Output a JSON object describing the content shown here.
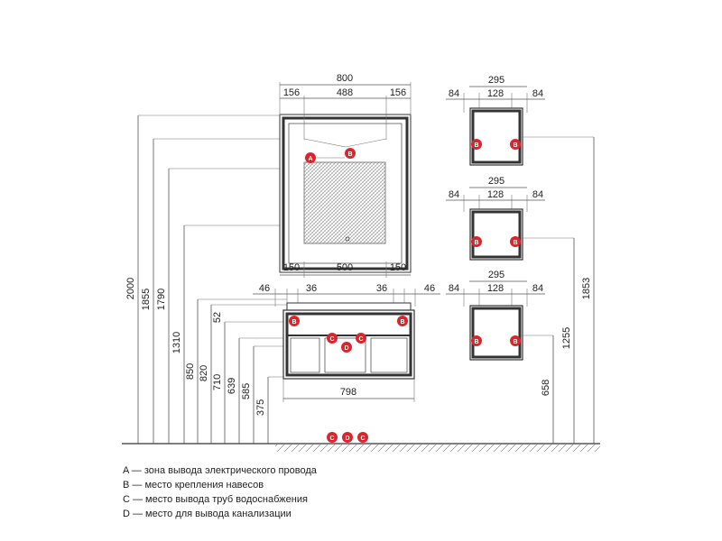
{
  "mirror": {
    "width": "800",
    "top_left": "156",
    "top_mid": "488",
    "top_right": "156",
    "bottom_left": "150",
    "bottom_mid": "500",
    "bottom_right": "150"
  },
  "cabinet": {
    "width": "798",
    "left_outer": "46",
    "left_inner": "36",
    "right_inner": "36",
    "right_outer": "46"
  },
  "left_heights": [
    "2000",
    "1855",
    "1790",
    "1310",
    "850",
    "820",
    "710",
    "639",
    "585",
    "375"
  ],
  "small_left_dim": "52",
  "shelf_dims": {
    "width": "295",
    "mid": "128",
    "side_left": "84",
    "side_right": "84"
  },
  "right_heights": [
    "1853",
    "1255",
    "658"
  ],
  "markers": {
    "a": "A",
    "b": "B",
    "c": "C",
    "d": "D"
  },
  "legend": [
    "A — зона вывода электрического провода",
    "B — место крепления навесов",
    "C — место вывода труб водоснабжения",
    "D — место для вывода канализации"
  ]
}
